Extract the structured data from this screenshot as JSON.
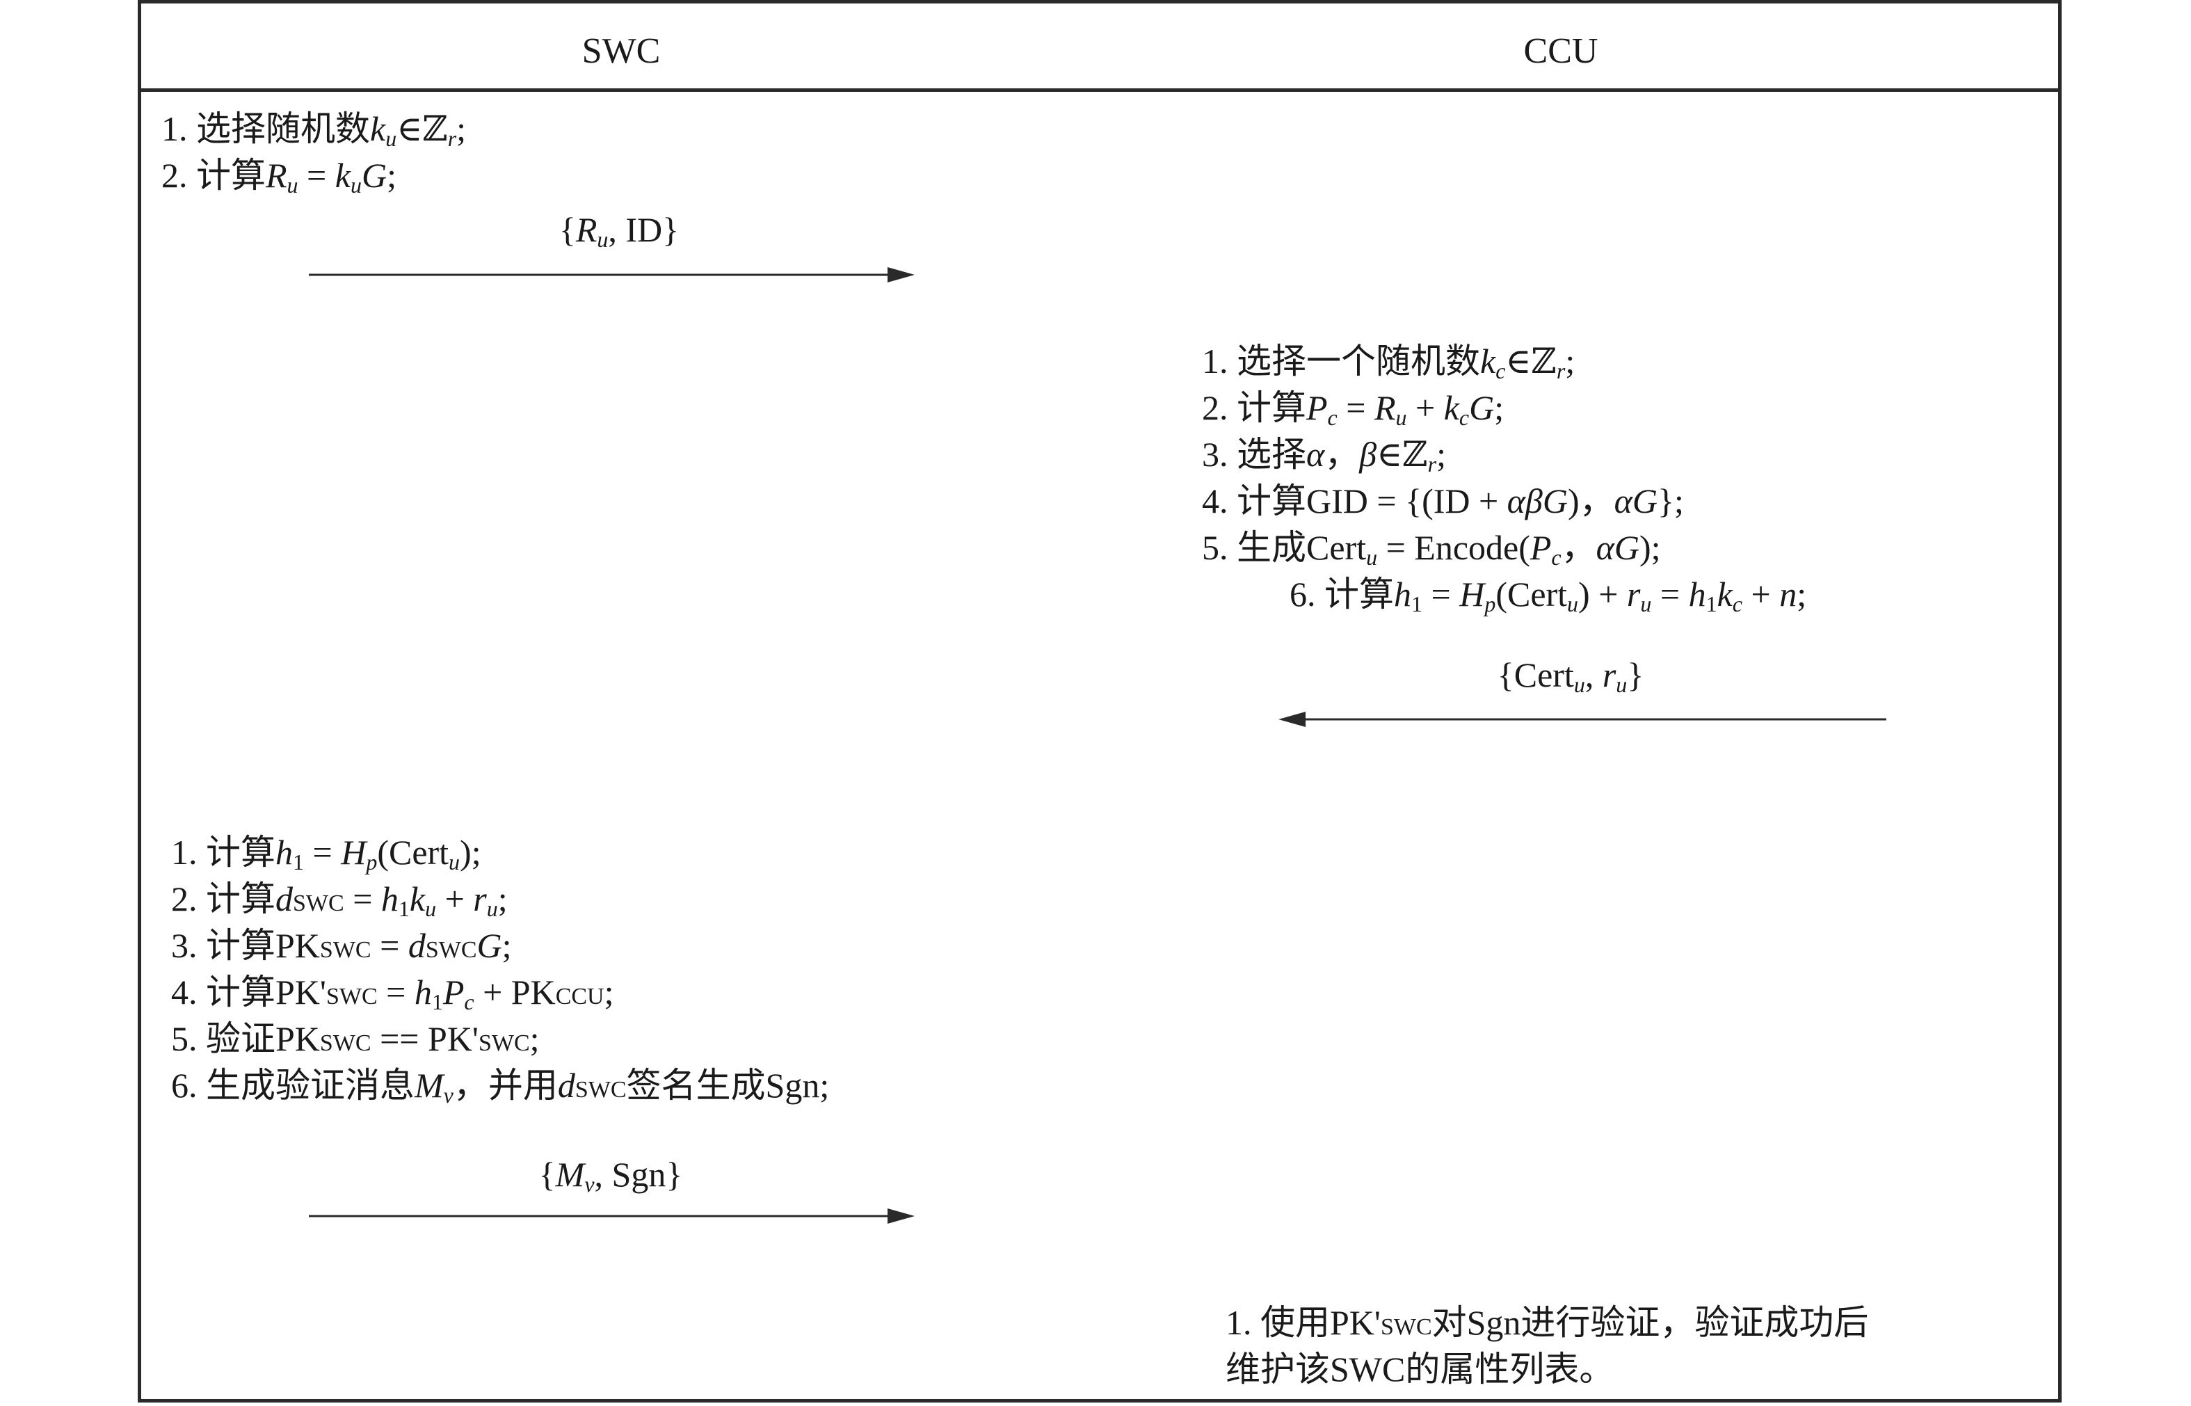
{
  "header": {
    "left_party": "SWC",
    "right_party": "CCU"
  },
  "swc_step1": {
    "items": [
      "1. 选择随机数k_u∈ℤ_r;",
      "2. 计算R_u = k_uG;"
    ]
  },
  "message1": {
    "text": "{R_u, ID}",
    "direction": "SWC → CCU"
  },
  "ccu_step": {
    "items": [
      "1. 选择一个随机数k_c∈ℤ_r;",
      "2. 计算P_c = R_u + k_cG;",
      "3. 选择α，β∈ℤ_r;",
      "4. 计算GID = {(ID + αβG)，αG};",
      "5. 生成Cert_u = Encode(P_c，αG);",
      "6. 计算h_1 = H_p(Cert_u) + r_u = h_1k_c + n;"
    ]
  },
  "message2": {
    "text": "{Cert_u, r_u}",
    "direction": "CCU → SWC"
  },
  "swc_step2": {
    "items": [
      "1. 计算h_1 = H_p(Cert_u);",
      "2. 计算d_SWC = h_1k_u + r_u;",
      "3. 计算PK_SWC = d_SWCG;",
      "4. 计算PK'_SWC = h_1P_c + PK_CCU;",
      "5. 验证PK_SWC == PK'_SWC;",
      "6. 生成验证消息M_v，并用d_SWC签名生成Sgn;"
    ]
  },
  "message3": {
    "text": "{M_v, Sgn}",
    "direction": "SWC → CCU"
  },
  "ccu_final": {
    "items": [
      "1. 使用PK'_SWC对Sgn进行验证，验证成功后",
      "维护该SWC的属性列表。"
    ]
  },
  "colors": {
    "line": "#2a2a2a",
    "text": "#1a1a1a",
    "background": "#ffffff"
  }
}
